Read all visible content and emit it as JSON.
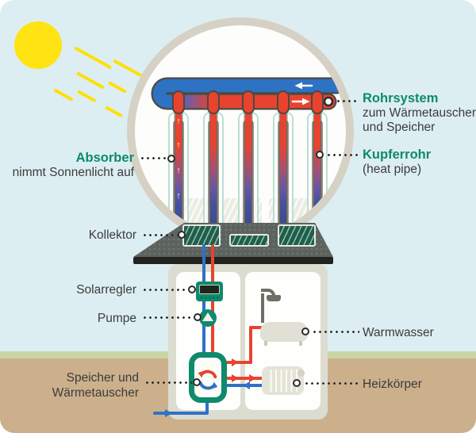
{
  "magnifier_labels": {
    "rohrsystem": {
      "title": "Rohrsystem",
      "desc1": "zum Wärmetauscher",
      "desc2": "und Speicher"
    },
    "kupferrohr": {
      "title": "Kupferrohr",
      "desc": "(heat pipe)"
    },
    "absorber": {
      "title": "Absorber",
      "desc": "nimmt Sonnenlicht auf"
    }
  },
  "system_labels": {
    "kollektor": "Kollektor",
    "solarregler": "Solarregler",
    "pumpe": "Pumpe",
    "speicher_line1": "Speicher und",
    "speicher_line2": "Wärmetauscher",
    "warmwasser": "Warmwasser",
    "heizkoerper": "Heizkörper"
  },
  "colors": {
    "sky": "#ddeef2",
    "ground": "#ccb08c",
    "grass": "#c9d6a3",
    "sun": "#ffe312",
    "hot_pipe": "#e8432f",
    "cold_pipe": "#2e72c4",
    "accent_green": "#0f8a6b",
    "label_green": "#0d8a6a",
    "panel_green": "#1d5f4b",
    "roof_gray": "#5c635f",
    "circle_border": "#d5d1c4",
    "text": "#3b3b3b"
  }
}
